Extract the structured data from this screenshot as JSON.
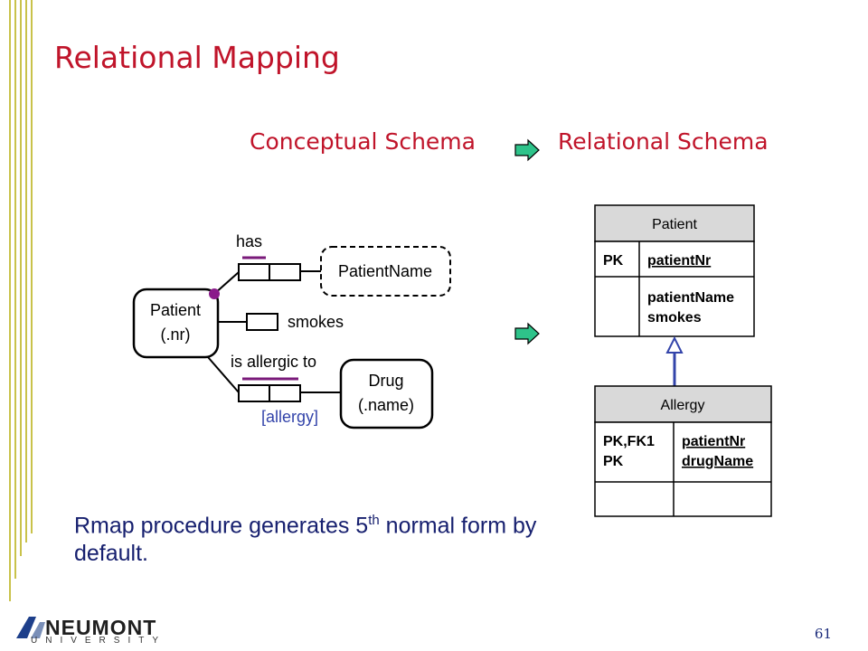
{
  "slide": {
    "title": "Relational Mapping",
    "page_number": "61",
    "note_text": "Rmap procedure generates 5",
    "note_sup": "th",
    "note_tail": " normal form by default."
  },
  "headers": {
    "conceptual": "Conceptual Schema",
    "relational": "Relational Schema"
  },
  "conceptual": {
    "patient_entity_line1": "Patient",
    "patient_entity_line2": "(.nr)",
    "patientname_value": "PatientName",
    "drug_entity_line1": "Drug",
    "drug_entity_line2": "(.name)",
    "fact_has": "has",
    "fact_smokes": "smokes",
    "fact_allergic": "is allergic to",
    "objectified_name": "[allergy]"
  },
  "relational": {
    "patient_table": {
      "name": "Patient",
      "key_label": "PK",
      "key_column": "patientNr",
      "other_columns": [
        "patientName",
        "smokes"
      ]
    },
    "allergy_table": {
      "name": "Allergy",
      "key_labels": [
        "PK,FK1",
        "PK"
      ],
      "key_columns": [
        "patientNr",
        "drugName"
      ]
    }
  },
  "colors": {
    "title": "#c0142a",
    "note": "#17206f",
    "role_bar": "#7a1a7a",
    "mandatory_dot": "#8a1a8a",
    "fk_arrow": "#3344aa",
    "arrow_fill": "#2ec38a",
    "table_header": "#d9d9d9"
  },
  "branding": {
    "logo_word": "NEUMONT",
    "logo_sub": "UNIVERSITY"
  }
}
